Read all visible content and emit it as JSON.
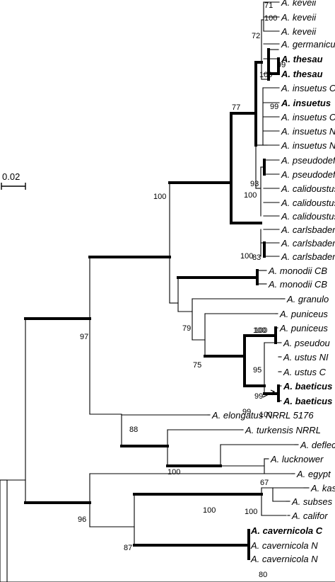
{
  "scale_bar": {
    "label": "0.02"
  },
  "taxa": [
    {
      "text": "A. keveii",
      "bold": false
    },
    {
      "text": "A. keveii",
      "bold": false
    },
    {
      "text": "A. keveii",
      "bold": false
    },
    {
      "text": "A. germanicu",
      "bold": false
    },
    {
      "text": "A. thesau",
      "bold": true
    },
    {
      "text": "A. thesau",
      "bold": true
    },
    {
      "text": "A. insuetus C",
      "bold": false
    },
    {
      "text": "A. insuetus",
      "bold": true
    },
    {
      "text": "A. insuetus C",
      "bold": false
    },
    {
      "text": "A. insuetus N",
      "bold": false
    },
    {
      "text": "A. insuetus N",
      "bold": false
    },
    {
      "text": "A. pseudodefl",
      "bold": false
    },
    {
      "text": "A. pseudodefl",
      "bold": false
    },
    {
      "text": "A. calidoustus",
      "bold": false
    },
    {
      "text": "A. calidoustus",
      "bold": false
    },
    {
      "text": "A. calidoustus",
      "bold": false
    },
    {
      "text": "A. carlsbaden",
      "bold": false
    },
    {
      "text": "A. carlsbaden",
      "bold": false
    },
    {
      "text": "A. carlsbaden",
      "bold": false
    },
    {
      "text": "A. monodii CB",
      "bold": false
    },
    {
      "text": "A. monodii CB",
      "bold": false
    },
    {
      "text": "A. granulo",
      "bold": false
    },
    {
      "text": "A. puniceus",
      "bold": false
    },
    {
      "text": "A. puniceus",
      "bold": false
    },
    {
      "text": "A. pseudou",
      "bold": false
    },
    {
      "text": "A. ustus NI",
      "bold": false
    },
    {
      "text": "A. ustus C",
      "bold": false
    },
    {
      "text": "A. baeticus",
      "bold": true
    },
    {
      "text": "A. baeticus",
      "bold": true
    },
    {
      "text": "A. elongatus NRRL 5176",
      "bold": false
    },
    {
      "text": "A. turkensis NRRL",
      "bold": false
    },
    {
      "text": "A. deflec",
      "bold": false
    },
    {
      "text": "A. lucknower",
      "bold": false
    },
    {
      "text": "A. egypt",
      "bold": false
    },
    {
      "text": "A. kas",
      "bold": false
    },
    {
      "text": "A. subses",
      "bold": false
    },
    {
      "text": "A. califor",
      "bold": false
    },
    {
      "text": "A. cavernicola C",
      "bold": true
    },
    {
      "text": "A. cavernicola N",
      "bold": false
    },
    {
      "text": "A. cavernicola N",
      "bold": false
    }
  ],
  "bootstrap_values": [
    "71",
    "100",
    "72",
    "99",
    "100",
    "99",
    "77",
    "93",
    "100",
    "100",
    "83",
    "100",
    "100",
    "79",
    "75",
    "100",
    "99",
    "95",
    "99",
    "100",
    "97",
    "88",
    "100",
    "100",
    "67",
    "100",
    "96",
    "87",
    "80"
  ]
}
